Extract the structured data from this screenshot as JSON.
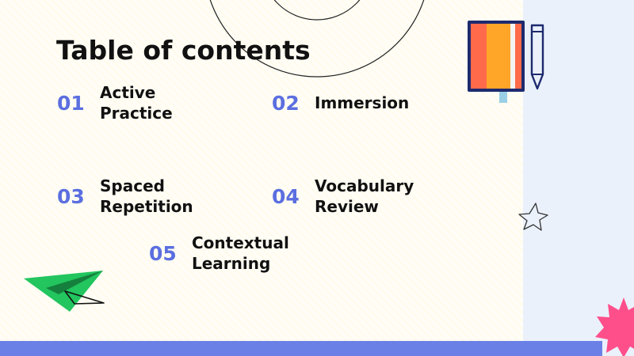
{
  "slide": {
    "title": "Table of contents",
    "colors": {
      "accent": "#5b6fe0",
      "bar": "#6b80e6",
      "panel": "#eaf1fb",
      "text": "#111111"
    },
    "items": [
      {
        "number": "01",
        "label": "Active\nPractice"
      },
      {
        "number": "02",
        "label": "Immersion"
      },
      {
        "number": "03",
        "label": "Spaced\nRepetition"
      },
      {
        "number": "04",
        "label": "Vocabulary\nReview"
      },
      {
        "number": "05",
        "label": "Contextual\nLearning"
      }
    ],
    "decorations": [
      "notebook-icon",
      "pencil-icon",
      "star-icon",
      "paper-plane-icon",
      "pink-burst-icon",
      "concentric-circles"
    ]
  }
}
